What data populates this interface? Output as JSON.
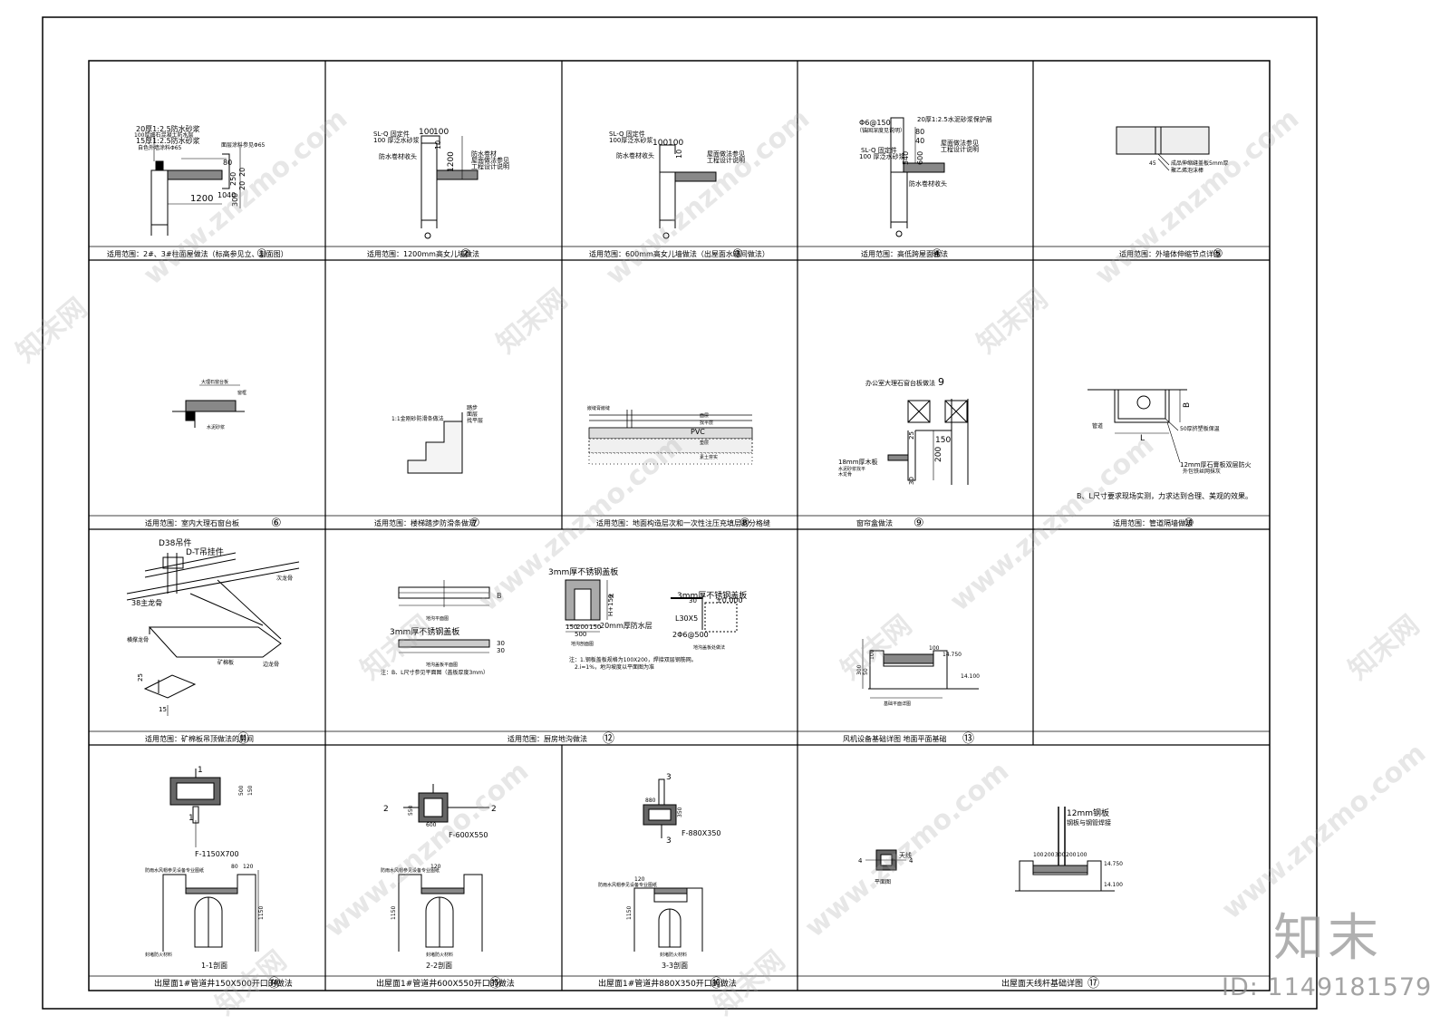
{
  "panels": [
    {
      "num": "①",
      "caption": "适用范围：2#、3#柱面屋做法（标高参见立、剖面图）",
      "notes": [
        "20厚1:2.5防水砂浆",
        "100厚细石混凝土防水层",
        "15厚1:2.5防水砂浆",
        "自色外墙涂料Φ65",
        "面层涂料参见Φ65"
      ],
      "dims": [
        "1200",
        "80",
        "250",
        "20",
        "20",
        "300",
        "10",
        "40"
      ]
    },
    {
      "num": "②",
      "caption": "适用范围：1200mm高女儿墙做法",
      "notes": [
        "SL-Q 固定件",
        "100 厚泛水砂浆",
        "防水卷材收头",
        "防水卷材",
        "屋面做法参见",
        "工程设计说明"
      ],
      "dims": [
        "100",
        "100",
        "10",
        "1200"
      ]
    },
    {
      "num": "③",
      "caption": "适用范围：600mm高女儿墙做法（出屋面水箱间做法）",
      "notes": [
        "SL-Q 固定件",
        "100厚泛水砂浆",
        "防水卷材收头",
        "屋面做法参见",
        "工程设计说明"
      ],
      "dims": [
        "100",
        "100",
        "10"
      ]
    },
    {
      "num": "④",
      "caption": "适用范围：高低跨屋面做法",
      "notes": [
        "Φ6@150",
        "（锚固深度见说明）",
        "20厚1:2.5水泥砂浆保护层",
        "SL-Q 固定件",
        "100 厚泛水砂浆",
        "屋面做法参见",
        "工程设计说明",
        "防水卷材收头"
      ],
      "dims": [
        "80",
        "40",
        "540",
        "600"
      ]
    },
    {
      "num": "⑤",
      "caption": "适用范围：外墙体伸缩节点详图",
      "notes": [
        "成品伸缩缝盖板5mm厚",
        "聚乙烯泡沫棒"
      ],
      "dims": [
        "45"
      ]
    },
    {
      "num": "⑥",
      "caption": "适用范围：室内大理石窗台板",
      "notes": [
        "大理石窗台板",
        "窗框",
        "水泥砂浆"
      ],
      "dims": []
    },
    {
      "num": "⑦",
      "caption": "适用范围：楼梯踏步防滑条做法",
      "notes": [
        "1:1金刚砂防滑条做法",
        "踏步",
        "面层",
        "找平层"
      ],
      "dims": []
    },
    {
      "num": "⑧",
      "caption": "适用范围：地面构造层次和一次性注压充填层的分格缝",
      "notes": [
        "嵌缝膏嵌缝",
        "PVC",
        "面层",
        "找平层",
        "垫层",
        "素土夯实"
      ],
      "dims": []
    },
    {
      "num": "⑨",
      "caption": "窗帘盒做法",
      "notes": [
        "办公室大理石窗台板做法",
        "18mm厚木板",
        "水泥砂浆找平",
        "木龙骨"
      ],
      "dims": [
        "9",
        "150",
        "200",
        "25",
        "30"
      ]
    },
    {
      "num": "⑩",
      "caption": "适用范围：管道隔墙做法",
      "notes": [
        "管道",
        "50厚挤塑板保温",
        "12mm厚石膏板双层防火",
        "外包铁丝网抹灰"
      ],
      "dims": [
        "L",
        "B"
      ],
      "remark": "B、L尺寸要求现场实测，力求达到合理、美观的效果。"
    },
    {
      "num": "⑪",
      "caption": "适用范围：矿棉板吊顶做法的房间",
      "notes": [
        "D38吊件",
        "D-T吊挂件",
        "38主龙骨",
        "次龙骨",
        "矿棉板",
        "横撑龙骨",
        "边龙骨"
      ],
      "dims": [
        "25",
        "15"
      ]
    },
    {
      "num": "⑫",
      "caption": "适用范围：厨房地沟做法",
      "notes": [
        "3mm厚不锈钢盖板",
        "3mm厚不锈钢盖板",
        "3mm厚不锈钢盖板",
        "地沟平面图",
        "地沟盖板平面图",
        "地沟剖面图",
        "地沟盖板处做法",
        "20mm厚防水层"
      ],
      "dims": [
        "B",
        "H",
        "H+150",
        "150",
        "200",
        "150",
        "500",
        "L30X5",
        "2Φ6@500",
        "±0.000",
        "30",
        "30",
        "30"
      ],
      "remark": "注：B、L尺寸参见平面图（盖板厚度3mm）",
      "remark2": [
        "注：1.钢板盖板规格为100X200，焊接双层钢筋网。",
        "2.i=1%，地沟坡度以平面图为准"
      ]
    },
    {
      "num": "⑬",
      "caption": "风机设备基础详图 地面平面基础",
      "notes": [
        "基础平面详图"
      ],
      "dims": [
        "100",
        "14.750",
        "14.100",
        "50",
        "100",
        "300"
      ]
    },
    {
      "num": "⑭",
      "caption": "出屋面1#管道井150X500开口的做法",
      "notes": [
        "1",
        "1",
        "防雨水风帽参见设备专业图纸",
        "封堵防火材料"
      ],
      "dims": [
        "F-1150X700",
        "500",
        "150",
        "120",
        "80",
        "1150"
      ],
      "section": "1-1剖面"
    },
    {
      "num": "⑮",
      "caption": "出屋面1#管道井600X550开口的做法",
      "notes": [
        "2",
        "2",
        "防雨水风帽参见设备专业图纸",
        "封堵防火材料"
      ],
      "dims": [
        "F-600X550",
        "600",
        "550",
        "120",
        "1150"
      ],
      "section": "2-2剖面"
    },
    {
      "num": "⑯",
      "caption": "出屋面1#管道井880X350开口的做法",
      "notes": [
        "3",
        "3",
        "防雨水风帽参见设备专业图纸",
        "封堵防火材料"
      ],
      "dims": [
        "F-880X350",
        "880",
        "350",
        "120",
        "1150"
      ],
      "section": "3-3剖面"
    },
    {
      "num": "⑰",
      "caption": "出屋面天线杆基础详图",
      "notes": [
        "天线",
        "平面图",
        "12mm钢板",
        "钢板与钢管焊接"
      ],
      "dims": [
        "100",
        "200",
        "300",
        "200",
        "100",
        "14.750",
        "14.100",
        "4",
        "4"
      ]
    }
  ],
  "watermarks": {
    "url": "www.znzmo.com",
    "brand": "知末网",
    "logo": "知末",
    "id": "ID: 1149181579"
  }
}
